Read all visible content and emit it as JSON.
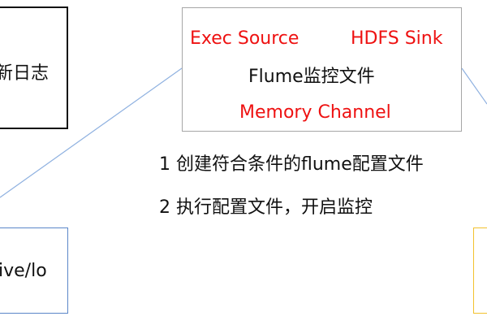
{
  "diagram": {
    "left_top_box": {
      "label": "新日志"
    },
    "center_box": {
      "exec_source": "Exec Source",
      "hdfs_sink": "HDFS Sink",
      "title": "Flume监控文件",
      "memory_channel": "Memory Channel"
    },
    "steps": [
      "1 创建符合条件的flume配置文件",
      "2 执行配置文件，开启监控"
    ],
    "left_bottom_box": {
      "label": "ive/lo"
    },
    "colors": {
      "component_text": "#ee1111",
      "center_border": "#a6a6a6",
      "connector": "#8fb1e0",
      "left_bottom_border": "#5b86c8",
      "right_bottom_border": "#f2c12e",
      "left_top_border": "#111111"
    }
  }
}
